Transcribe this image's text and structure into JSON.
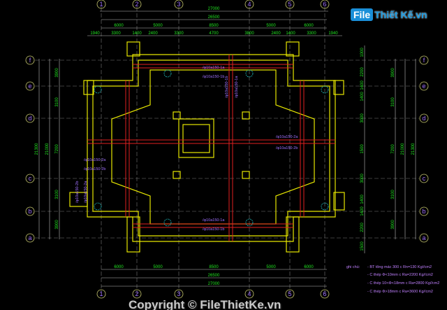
{
  "logo": {
    "box": "File",
    "text": "Thiết Kế.vn"
  },
  "watermark": "Copyright © FileThietKe.vn",
  "axes_x": [
    "1",
    "2",
    "3",
    "4",
    "5",
    "6"
  ],
  "axes_y": [
    "f",
    "e",
    "d",
    "c",
    "b",
    "a"
  ],
  "top_dims": {
    "total": "27000",
    "overall": "26500",
    "spans": [
      "6000",
      "5000",
      "8500",
      "5000",
      "6000"
    ],
    "detail": [
      "1940",
      "3300",
      "1400",
      "2400",
      "3300",
      "4700",
      "3800",
      "2400",
      "1400",
      "3300",
      "1940"
    ]
  },
  "bottom_dims": {
    "spans": [
      "6000",
      "5000",
      "8500",
      "5000",
      "6000"
    ],
    "overall": "26500",
    "total": "27000"
  },
  "left_dims": {
    "total": "21300",
    "overall": "21000",
    "spans": [
      "3900",
      "3100",
      "7200",
      "3100",
      "3900"
    ]
  },
  "right_dims": {
    "total": "21300",
    "overall": "21000",
    "spans": [
      "3900",
      "3100",
      "7200",
      "3100",
      "3900"
    ],
    "detail": [
      "1000",
      "2200",
      "1400",
      "1400",
      "3000",
      "1500",
      "3000",
      "1400",
      "1400",
      "2200",
      "1500"
    ]
  },
  "rebar_labels": [
    "/φ10a150-1a",
    "/φ10a150-1b",
    "/φ10a150-1b",
    "/φ10a150-1a",
    "/φ10a150-2a",
    "/φ10a150-2b",
    "/φ10a150-2a",
    "/φ10a150-2b",
    "/φ10a150-2b",
    "/φ10a150-2a",
    "/φ10a150-1a",
    "/φ10a150-1b"
  ],
  "notes": {
    "title": "ghi chú:",
    "lines": [
      "- BT tông mác 300 c Rn=130 Kg//cm2",
      "- C thép Φ<10mm c Ra=2200 Kg//cm2",
      "- C thép 10<Φ<18mm c Ra=2800 Kg//cm2",
      "- C thép Φ>18mm c Ra=3600 Kg//cm2"
    ]
  }
}
